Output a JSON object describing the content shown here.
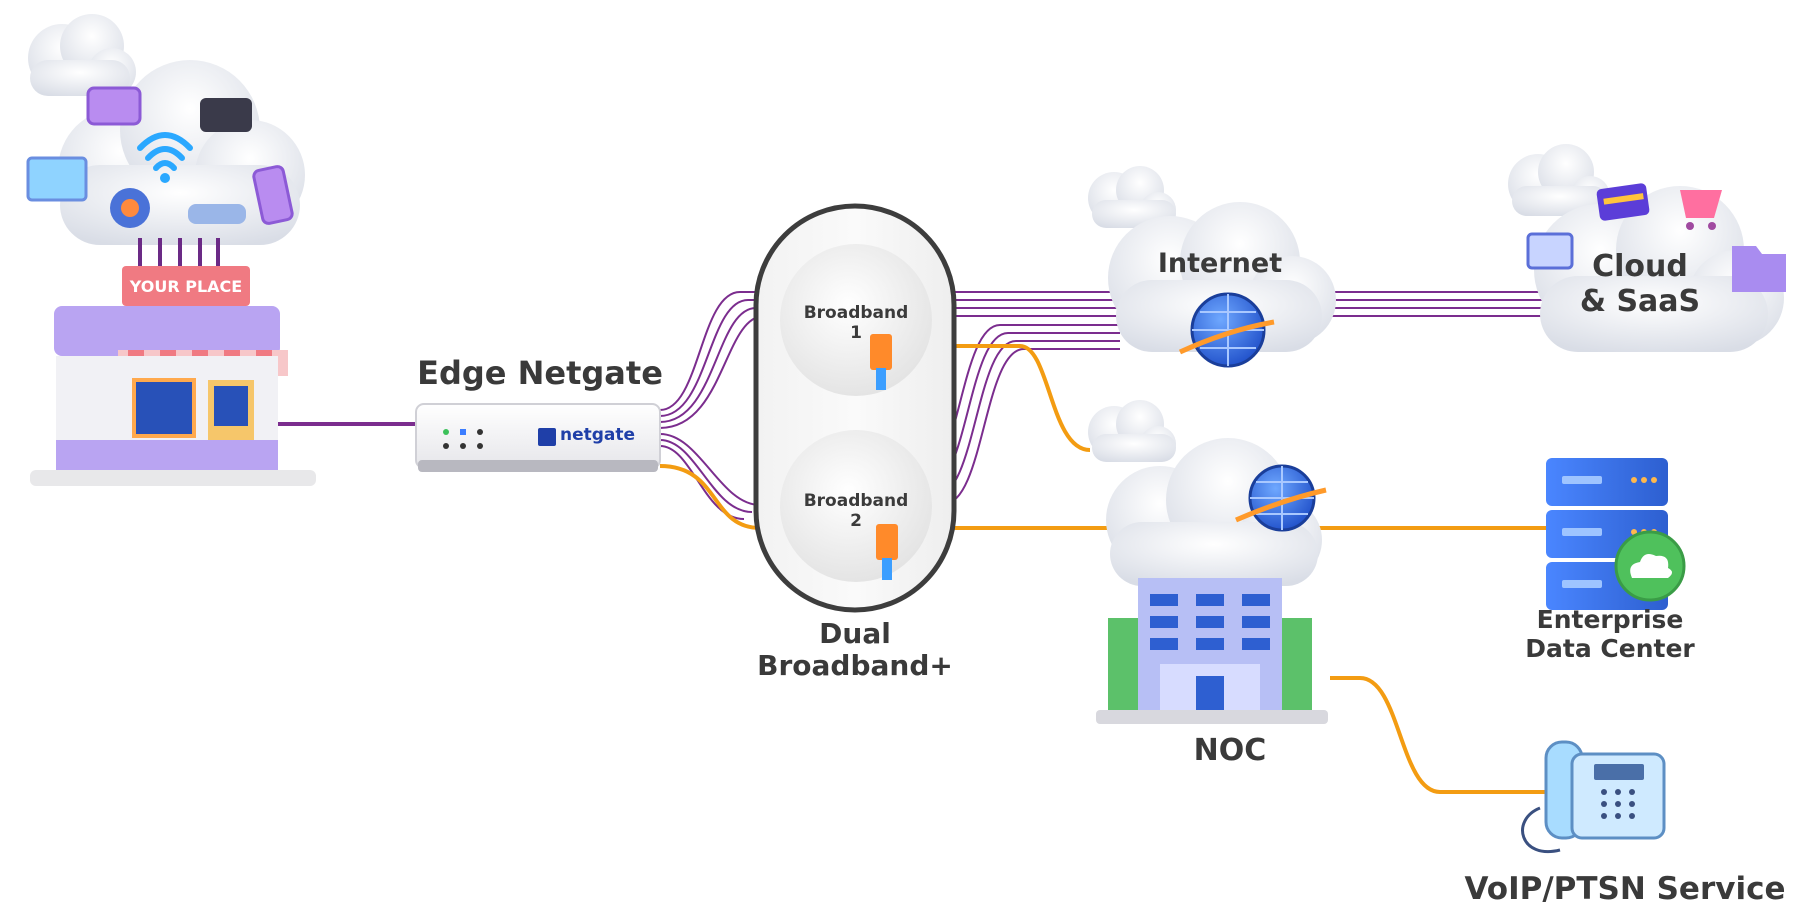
{
  "diagram": {
    "your_place": {
      "sign": "YOUR PLACE"
    },
    "edge": {
      "title": "Edge Netgate",
      "logo_text": "netgate"
    },
    "dual_broadband": {
      "line1": "Dual",
      "line2": "Broadband+",
      "link1": {
        "line1": "Broadband",
        "line2": "1"
      },
      "link2": {
        "line1": "Broadband",
        "line2": "2"
      }
    },
    "internet": {
      "label": "Internet"
    },
    "cloud_saas": {
      "line1": "Cloud",
      "line2": "& SaaS"
    },
    "noc": {
      "label": "NOC"
    },
    "datacenter": {
      "line1": "Enterprise",
      "line2": "Data Center"
    },
    "voip": {
      "label": "VoIP/PTSN Service"
    }
  },
  "colors": {
    "purple_link": "#7b2d8e",
    "orange_link": "#f39c12",
    "capsule_border": "#3d3d3d",
    "label_text": "#3a3a3a",
    "server_blue": "#3568d4",
    "building_green": "#5cc16a"
  }
}
